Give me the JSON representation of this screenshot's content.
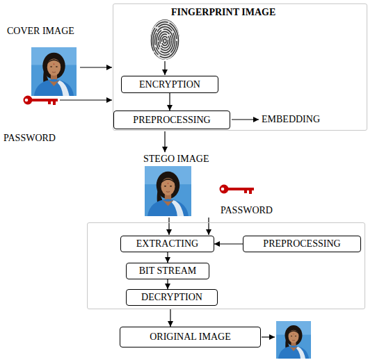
{
  "diagram": {
    "nodes": [
      {
        "text": [
          "FINGERPRINT IMAGE"
        ]
      },
      {
        "text": [
          "ENCRYPTION"
        ],
        "in": 0
      },
      {
        "text": [
          "PREPROCESSING"
        ],
        "in": 0
      },
      {
        "text": []
      },
      {
        "text": [
          "EXTRACTING"
        ],
        "in": 3
      },
      {
        "text": [
          "PREPROCESSING"
        ],
        "in": 3
      },
      {
        "text": [
          "BIT STREAM"
        ],
        "in": 3
      },
      {
        "text": [
          "DECRYPTION"
        ],
        "in": 3
      },
      {
        "text": [
          "ORIGINAL IMAGE"
        ]
      }
    ],
    "edges": [
      {
        "from": 1,
        "to": 2,
        "arrow": "to"
      },
      {
        "from": 5,
        "to": 4,
        "arrow": "to"
      },
      {
        "from": 4,
        "to": 6,
        "arrow": "to"
      },
      {
        "from": 6,
        "to": 7,
        "arrow": "to"
      },
      {
        "from": 3,
        "to": 8,
        "arrow": "to"
      }
    ],
    "labels": [
      "COVER IMAGE",
      "PASSWORD",
      "EMBEDDING",
      "STEGO IMAGE",
      "PASSWORD"
    ]
  }
}
